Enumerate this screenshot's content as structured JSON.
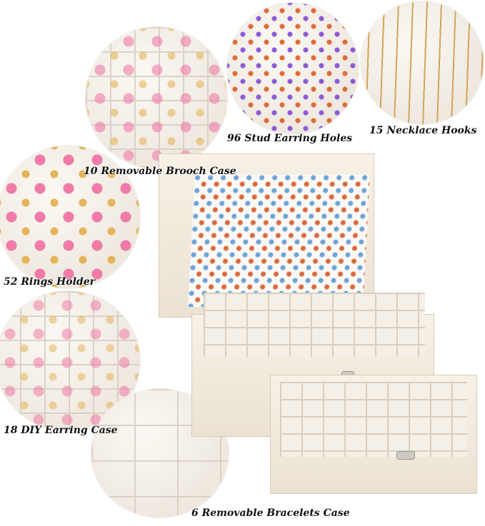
{
  "labels": {
    "stud": "96 Stud Earring Holes",
    "necklace": "15 Necklace Hooks",
    "brooch": "10 Removable Brooch Case",
    "rings": "52 Rings Holder",
    "diy": "18 DIY Earring Case",
    "bracelet": "6 Removable Bracelets Case"
  },
  "colors": {
    "box": "#f3ece0",
    "text": "#111111"
  }
}
